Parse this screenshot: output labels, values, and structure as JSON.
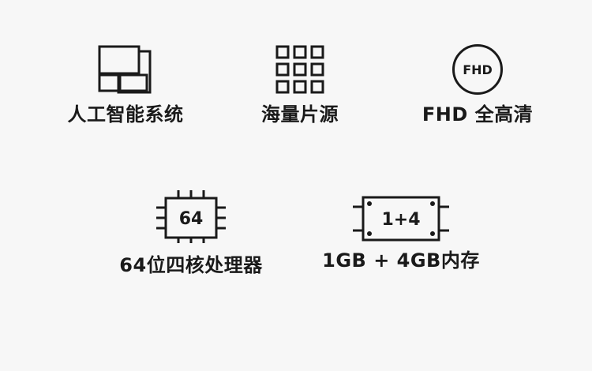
{
  "features": {
    "ai_system": {
      "label": "人工智能系统",
      "icon": "multi-window-icon"
    },
    "mass_content": {
      "label": "海量片源",
      "icon": "grid-icon"
    },
    "fhd": {
      "label": "FHD 全高清",
      "icon": "fhd-badge-icon",
      "badge_text": "FHD"
    },
    "cpu": {
      "label": "64位四核处理器",
      "icon": "chip-icon",
      "chip_text": "64"
    },
    "memory": {
      "label": "1GB + 4GB内存",
      "icon": "memory-module-icon",
      "module_text": "1+4"
    }
  },
  "colors": {
    "background": "#f7f7f7",
    "foreground": "#1a1a1a"
  }
}
